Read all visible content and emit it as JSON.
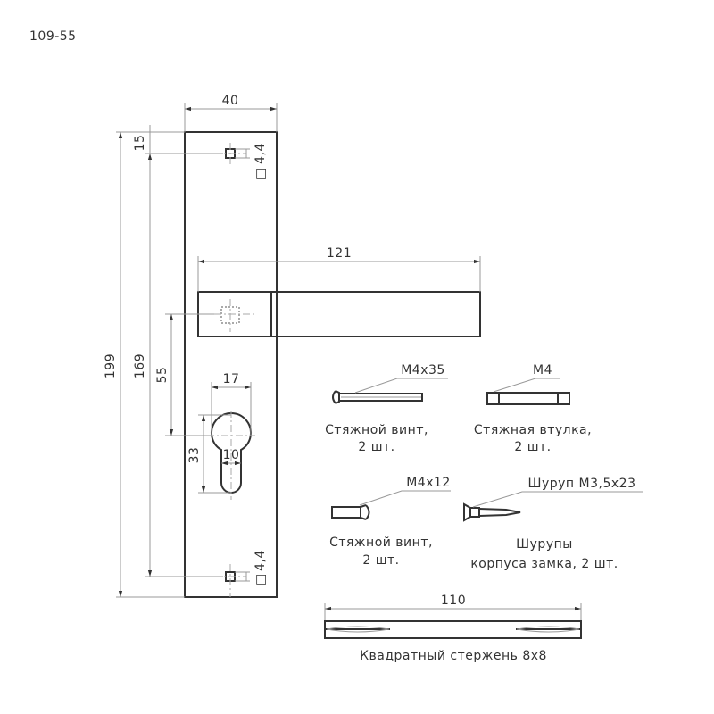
{
  "drawing": {
    "code": "109-55",
    "dimensions": {
      "plate_width": "40",
      "total_height": "199",
      "hole_spacing": "169",
      "top_offset": "15",
      "handle_to_cylinder": "55",
      "handle_length": "121",
      "cylinder_width": "17",
      "cylinder_height": "33",
      "slot_width": "10",
      "square_hole_top": "4,4",
      "square_hole_bottom": "4,4",
      "square_symbol": "□",
      "rod_length": "110"
    },
    "parts": [
      {
        "spec": "M4x35",
        "name": "Стяжной винт,",
        "qty": "2 шт."
      },
      {
        "spec": "M4",
        "name": "Стяжная втулка,",
        "qty": "2 шт."
      },
      {
        "spec": "M4x12",
        "name": "Стяжной винт,",
        "qty": "2 шт."
      },
      {
        "spec": "Шуруп М3,5х23",
        "name": "Шурупы",
        "qty": "корпуса замка, 2 шт."
      }
    ],
    "rod_label": "Квадратный стержень 8х8"
  }
}
